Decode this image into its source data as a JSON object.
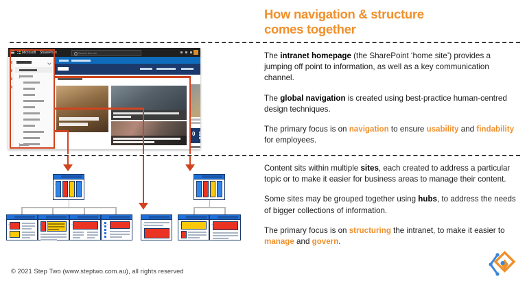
{
  "title": {
    "line1": "How navigation & structure",
    "line2": "comes together",
    "color": "#F0902B"
  },
  "navigation_block": {
    "paragraphs": [
      {
        "id": "intranet-homepage",
        "runs": [
          {
            "text": "The ",
            "style": "normal"
          },
          {
            "text": "intranet homepage",
            "style": "bold"
          },
          {
            "text": " (the SharePoint ‘home site’) provides a jumping off point to information, as well as a key communication channel.",
            "style": "normal"
          }
        ]
      },
      {
        "id": "global-navigation",
        "runs": [
          {
            "text": "The ",
            "style": "normal"
          },
          {
            "text": "global navigation",
            "style": "bold"
          },
          {
            "text": " is created using best-practice human-centred design techniques.",
            "style": "normal"
          }
        ]
      },
      {
        "id": "primary-focus-navigation",
        "runs": [
          {
            "text": "The primary focus is on ",
            "style": "normal"
          },
          {
            "text": "navigation",
            "style": "highlight"
          },
          {
            "text": " to ensure ",
            "style": "normal"
          },
          {
            "text": "usability",
            "style": "highlight"
          },
          {
            "text": " and ",
            "style": "normal"
          },
          {
            "text": "findability",
            "style": "highlight"
          },
          {
            "text": " for employees.",
            "style": "normal"
          }
        ]
      }
    ]
  },
  "structure_block": {
    "paragraphs": [
      {
        "id": "content-sites",
        "runs": [
          {
            "text": "Content sits within multiple ",
            "style": "normal"
          },
          {
            "text": "sites",
            "style": "bold"
          },
          {
            "text": ", each created to address a particular topic or to make it easier for business areas to manage their content.",
            "style": "normal"
          }
        ]
      },
      {
        "id": "hubs",
        "runs": [
          {
            "text": "Some sites may be grouped together using ",
            "style": "normal"
          },
          {
            "text": "hubs",
            "style": "bold"
          },
          {
            "text": ", to address the needs of bigger collections of information.",
            "style": "normal"
          }
        ]
      },
      {
        "id": "primary-focus-structuring",
        "runs": [
          {
            "text": "The primary focus is on ",
            "style": "normal"
          },
          {
            "text": "structuring",
            "style": "highlight"
          },
          {
            "text": " the intranet, to make it easier to ",
            "style": "normal"
          },
          {
            "text": "manage",
            "style": "highlight"
          },
          {
            "text": " and ",
            "style": "normal"
          },
          {
            "text": "govern",
            "style": "highlight"
          },
          {
            "text": ".",
            "style": "normal"
          }
        ]
      }
    ]
  },
  "footer": {
    "copyright": "© 2021 Step Two (www.steptwo.com.au), all rights reserved",
    "logo_name": "step-two-diamond-logo",
    "logo_colors": {
      "blue": "#3B86D8",
      "orange": "#EF8F2A"
    }
  },
  "screenshot": {
    "caption": "SharePoint intranet homepage screenshot",
    "browser_chrome": {
      "brand": "Microsoft",
      "product": "SharePoint",
      "search_placeholder": "Search this site"
    },
    "annotation": {
      "color": "#D1431E",
      "box_label": "global-navigation-highlight",
      "connector_count": 3
    }
  },
  "diagram": {
    "name": "site-and-hub-hierarchy",
    "colors": {
      "frame": "#1b3a6b",
      "titlebar": "#1e6fd9",
      "red": "#ea3323",
      "yellow": "#fbc90a",
      "blue": "#2f86e8",
      "connector": "#b9b9b9"
    },
    "hubs": [
      {
        "id": "hub-left",
        "label": "hub-site",
        "children": 4
      },
      {
        "id": "hub-right",
        "label": "hub-site",
        "children": 2
      }
    ],
    "standalone_sites": [
      {
        "id": "site-standalone",
        "label": "standalone-site"
      }
    ],
    "page_count": 7
  }
}
